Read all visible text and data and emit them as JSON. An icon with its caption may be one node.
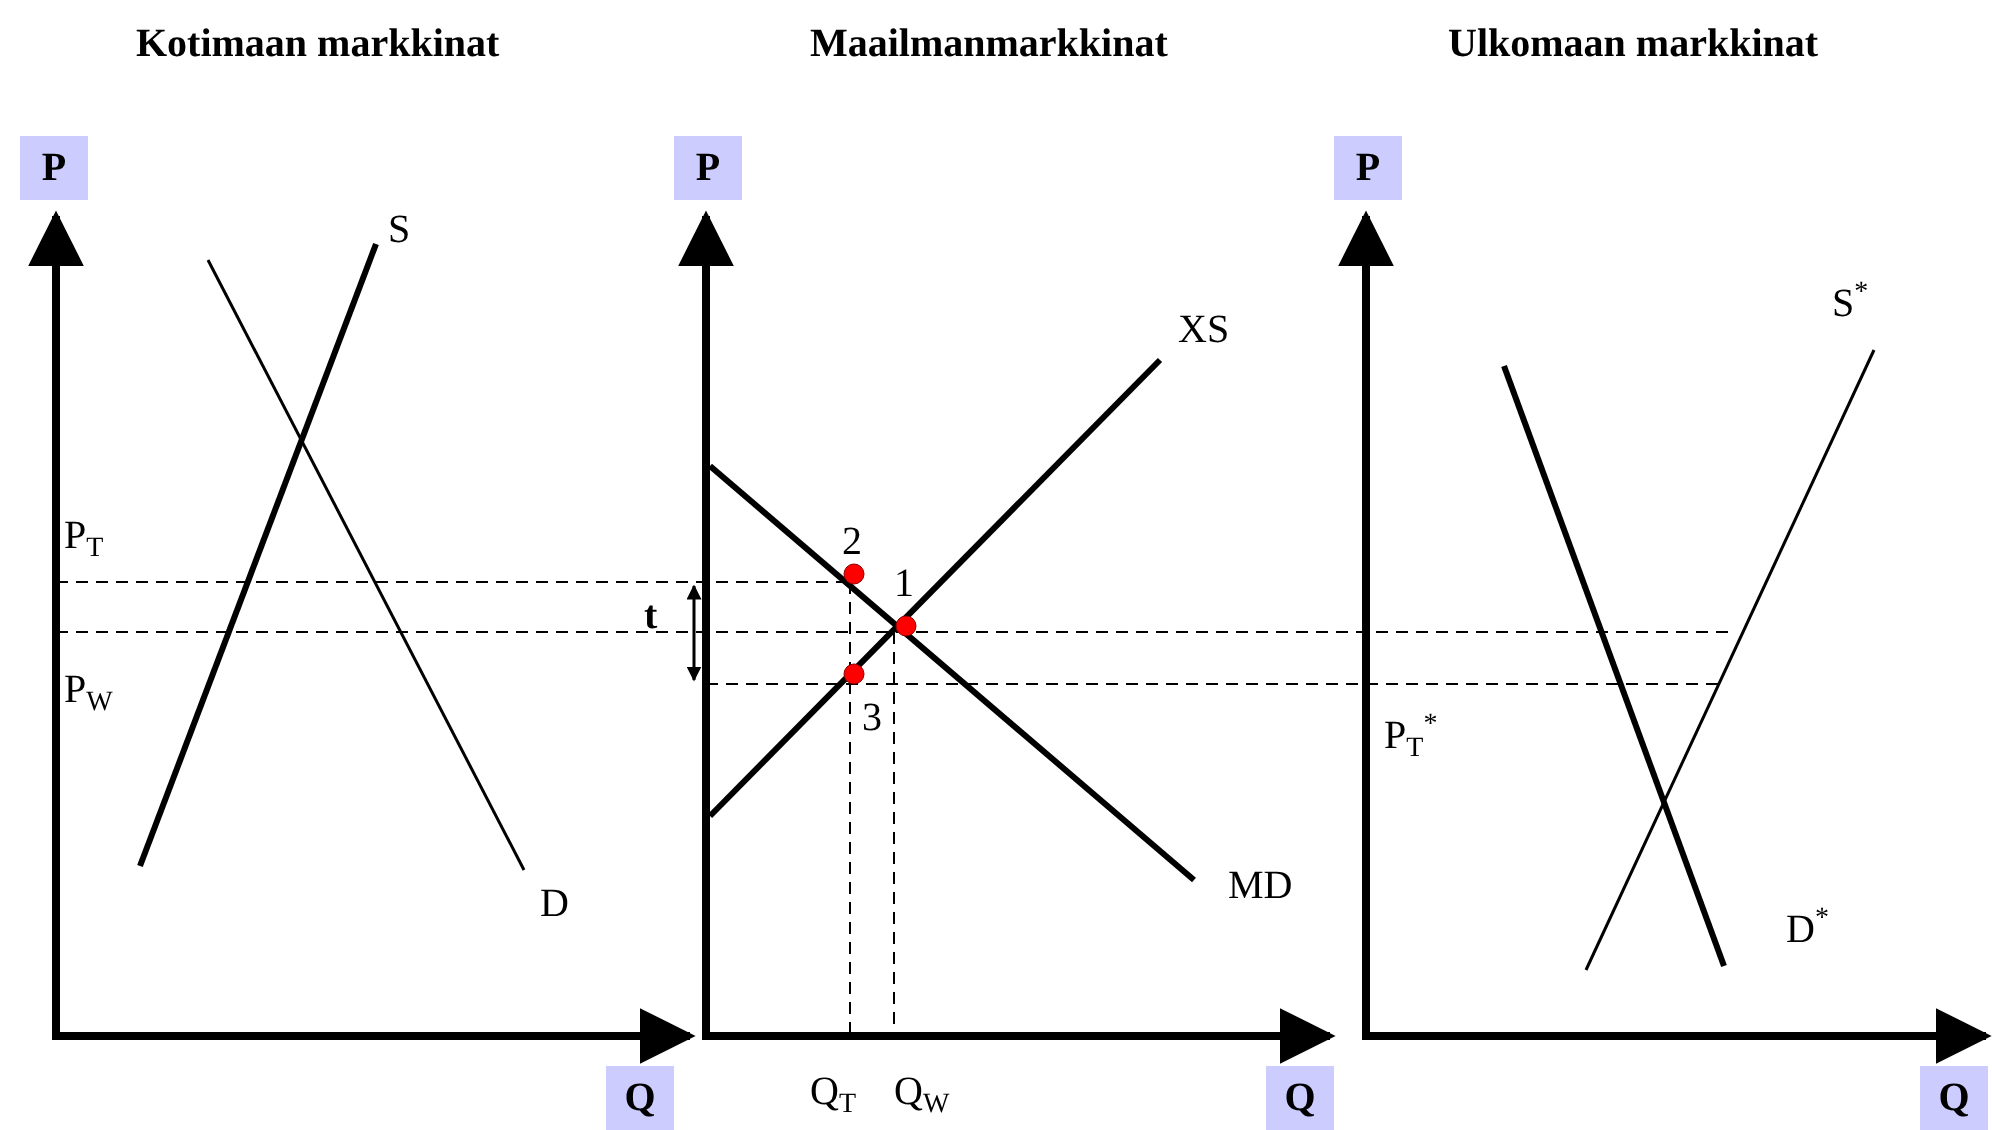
{
  "diagram": {
    "labels": [
      "Kotimaan markkinat",
      "Maailmanmarkkinat",
      "Ulkomaan markkinat",
      "P",
      "P",
      "P",
      "S",
      "XS",
      "S$^{*}$",
      "P$_{T}$",
      "2",
      "1",
      "t",
      "P$_{W}$",
      "3",
      "P$_{T}$$^{*}$",
      "D",
      "MD",
      "D$^{*}$",
      "Q",
      "Q$_{T}$",
      "Q$_{W}$",
      "Q",
      "Q"
    ]
  }
}
